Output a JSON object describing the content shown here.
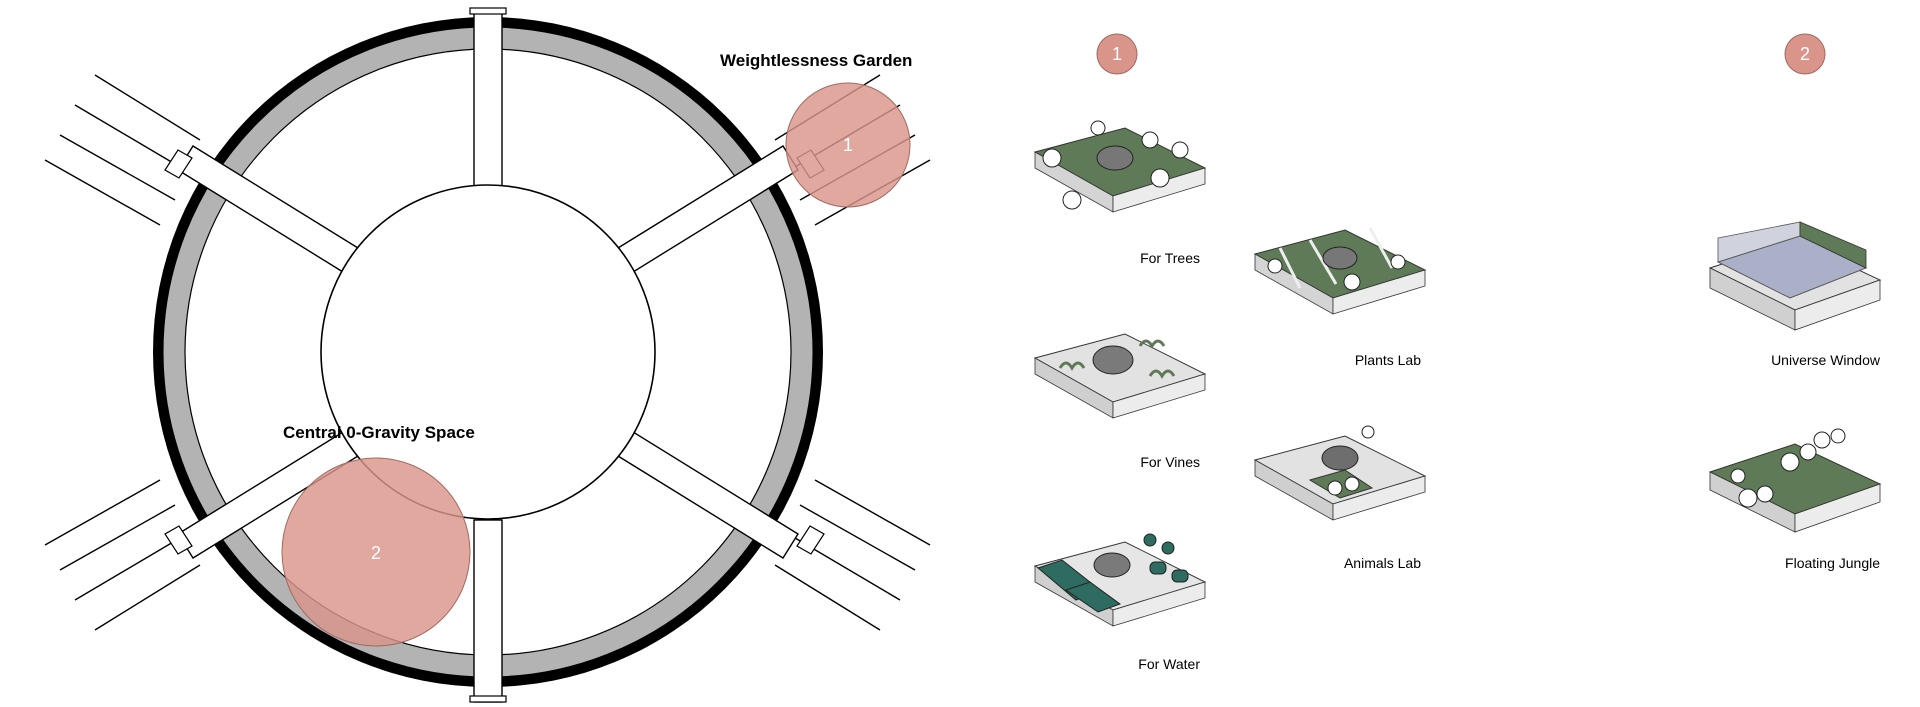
{
  "plan": {
    "callouts": [
      {
        "number": "1",
        "label": "Weightlessness Garden"
      },
      {
        "number": "2",
        "label": "Central 0-Gravity Space"
      }
    ]
  },
  "modules": {
    "column_1": {
      "badge": "1",
      "items": [
        "For Trees",
        "For Vines",
        "For Water"
      ]
    },
    "column_2": {
      "items": [
        "Plants Lab",
        "Animals Lab"
      ]
    },
    "column_3": {
      "badge": "2",
      "items": [
        "Universe Window",
        "Floating Jungle"
      ]
    }
  },
  "colors": {
    "callout": "#d9958a",
    "callout_stroke": "#a06a62",
    "ring_gray": "#b3b3b3",
    "outer_ring": "#000000",
    "garden_green": "#5e7a56",
    "water_teal": "#2e6b60",
    "base_light": "#ececec",
    "window_blue": "#aab0c8"
  }
}
